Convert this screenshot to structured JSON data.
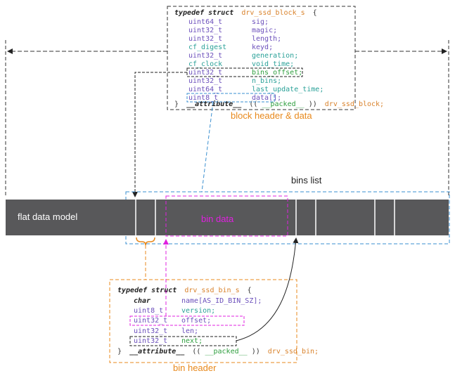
{
  "colors": {
    "type_purple": "#6b4fbb",
    "field_teal": "#2aa198",
    "field_purple": "#6b4fbb",
    "name_orange": "#d9822b",
    "packed_green": "#2e9e3e",
    "label_orange": "#e8891c",
    "magenta": "#e020e0",
    "blue": "#3a8fd0",
    "bar_dark": "#58585a"
  },
  "block_struct": {
    "open_kw": "typedef struct",
    "name": "drv_ssd_block_s",
    "open_brace": "{",
    "fields": [
      {
        "type": "uint64_t",
        "name": "sig;"
      },
      {
        "type": "uint32_t",
        "name": "magic;"
      },
      {
        "type": "uint32_t",
        "name": "length;"
      },
      {
        "type": "cf_digest",
        "name": "keyd;"
      },
      {
        "type": "uint32_t",
        "name": "generation;"
      },
      {
        "type": "cf_clock",
        "name": "void_time;"
      },
      {
        "type": "uint32_t",
        "name": "bins_offset;"
      },
      {
        "type": "uint32_t",
        "name": "n_bins;"
      },
      {
        "type": "uint64_t",
        "name": "last_update_time;"
      },
      {
        "type": "uint8_t",
        "name": "data[];"
      }
    ],
    "close_brace": "}",
    "attr_kw": "__attribute__",
    "packed_open": "((",
    "packed": "__packed__",
    "packed_close": "))",
    "alias": "drv_ssd_block;"
  },
  "labels": {
    "block_header_data": "block header & data",
    "bins_list": "bins list",
    "flat_data_model": "flat data model",
    "bin_data": "bin data",
    "bin_header": "bin header"
  },
  "bin_struct": {
    "open_kw": "typedef struct",
    "name": "drv_ssd_bin_s",
    "open_brace": "{",
    "fields": [
      {
        "type": "char",
        "name": "name[AS_ID_BIN_SZ];"
      },
      {
        "type": "uint8_t",
        "name": "version;"
      },
      {
        "type": "uint32_t",
        "name": "offset;"
      },
      {
        "type": "uint32_t",
        "name": "len;"
      },
      {
        "type": "uint32_t",
        "name": "next;"
      }
    ],
    "close_brace": "}",
    "attr_kw": "__attribute__",
    "packed_open": "((",
    "packed": "__packed__",
    "packed_close": "))",
    "alias": "drv_ssd_bin;"
  }
}
